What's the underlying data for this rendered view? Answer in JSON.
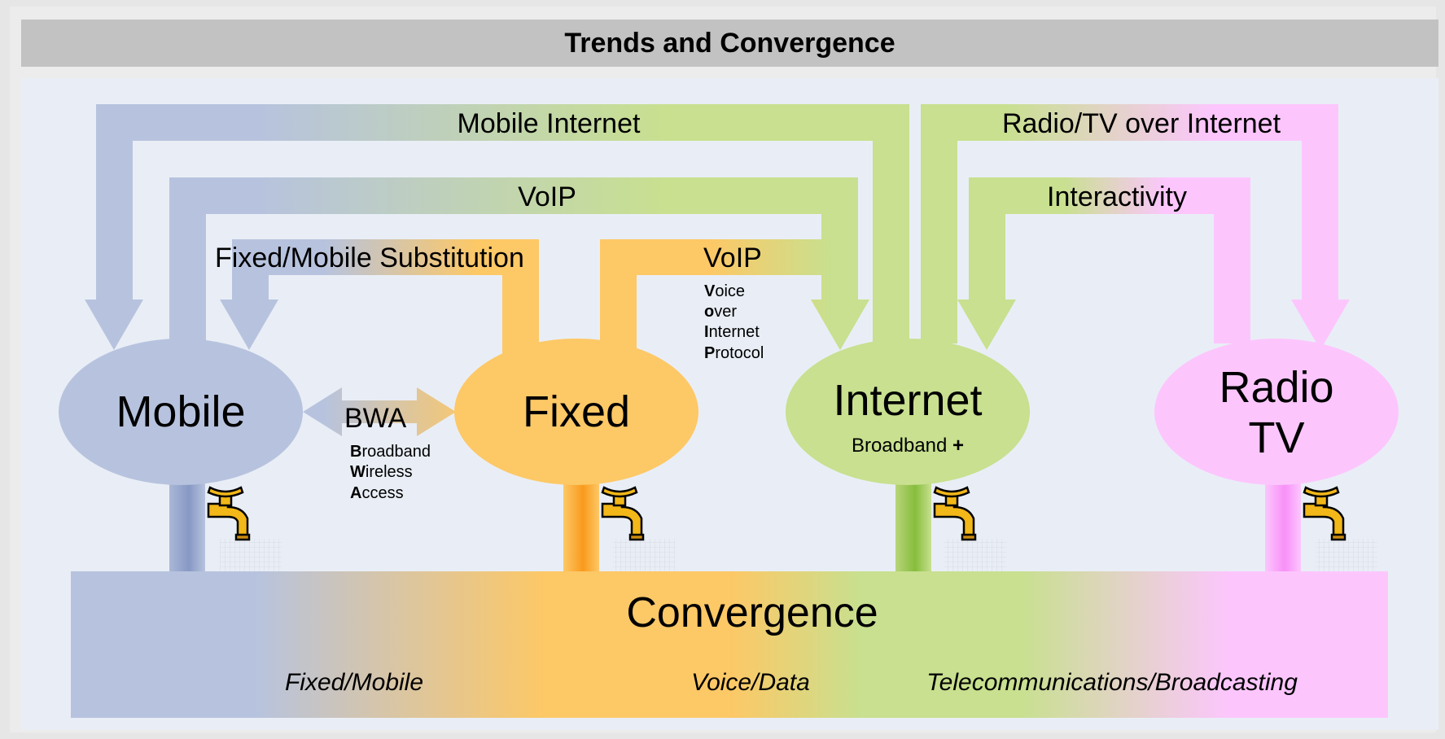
{
  "title": "Trends and Convergence",
  "nodes": {
    "mobile": {
      "label": "Mobile"
    },
    "fixed": {
      "label": "Fixed"
    },
    "internet": {
      "label": "Internet",
      "sublabel_prefix": "Broadband",
      "sublabel_plus": "+"
    },
    "radio_tv": {
      "label_line1": "Radio",
      "label_line2": "TV"
    }
  },
  "flows": {
    "mobile_internet": "Mobile Internet",
    "radio_tv_over_internet": "Radio/TV over Internet",
    "voip_mobile": "VoIP",
    "interactivity": "Interactivity",
    "fixed_mobile_substitution": "Fixed/Mobile Substitution",
    "voip_fixed": "VoIP",
    "bwa": "BWA"
  },
  "acronyms": {
    "voip": [
      {
        "initial": "V",
        "rest": "oice"
      },
      {
        "initial": "o",
        "rest": "ver"
      },
      {
        "initial": "I",
        "rest": "nternet"
      },
      {
        "initial": "P",
        "rest": "rotocol"
      }
    ],
    "bwa": [
      {
        "initial": "B",
        "rest": "roadband"
      },
      {
        "initial": "W",
        "rest": "ireless"
      },
      {
        "initial": "A",
        "rest": "ccess"
      }
    ]
  },
  "convergence": {
    "title": "Convergence",
    "items": [
      "Fixed/Mobile",
      "Voice/Data",
      "Telecommunications/Broadcasting"
    ]
  },
  "colors": {
    "mobile": "#b7c3de",
    "fixed": "#fdc866",
    "internet": "#c8e08f",
    "radio_tv": "#fcc6fd",
    "panel": "#e9eef6",
    "title_bar": "#c2c2c2"
  }
}
